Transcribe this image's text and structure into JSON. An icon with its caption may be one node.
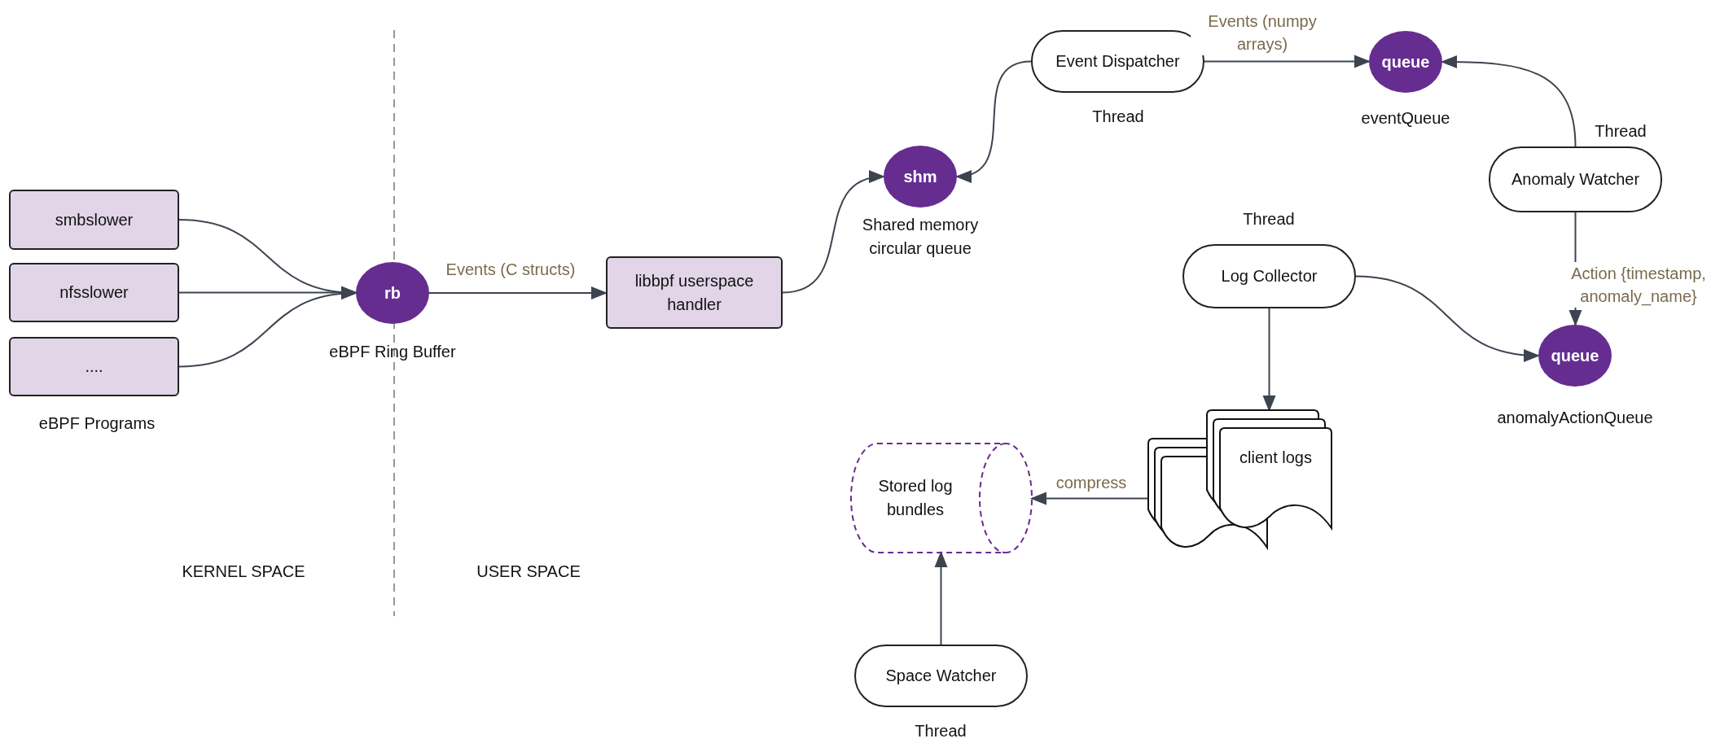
{
  "diagram": {
    "nodes": [
      {
        "text": [
          "smbslower"
        ]
      },
      {
        "text": [
          "nfsslower"
        ]
      },
      {
        "text": [
          "...."
        ]
      },
      {
        "text": [
          "rb"
        ],
        "beside": [
          "eBPF Ring Buffer"
        ]
      },
      {
        "text": [
          "libbpf userspace handler"
        ]
      },
      {
        "text": [
          "shm"
        ],
        "beside": [
          "Shared memory circular queue"
        ]
      },
      {
        "text": [
          "Event Dispatcher"
        ],
        "beside": [
          "Thread"
        ]
      },
      {
        "text": [
          "queue"
        ],
        "beside": [
          "eventQueue"
        ]
      },
      {
        "text": [
          "Anomaly Watcher"
        ],
        "beside": [
          "Thread"
        ]
      },
      {
        "text": [
          "Log Collector"
        ],
        "beside": [
          "Thread"
        ]
      },
      {
        "text": [
          "queue"
        ],
        "beside": [
          "anomalyActionQueue"
        ]
      },
      {
        "text": [
          "Stored log bundles"
        ]
      },
      {
        "text": [],
        "shape": "document"
      },
      {
        "text": [
          "client logs"
        ]
      },
      {
        "text": [
          "Space Watcher"
        ],
        "beside": [
          "Thread"
        ]
      }
    ],
    "edges": [
      {
        "from": 0,
        "to": 3,
        "arrow": "to"
      },
      {
        "from": 1,
        "to": 3,
        "arrow": "to"
      },
      {
        "from": 2,
        "to": 3,
        "arrow": "to"
      },
      {
        "from": 3,
        "to": 4,
        "arrow": "to",
        "label": "Events (C structs)"
      },
      {
        "from": 4,
        "to": 5,
        "arrow": "to"
      },
      {
        "from": 6,
        "to": 5,
        "arrow": "to"
      },
      {
        "from": 6,
        "to": 7,
        "arrow": "to",
        "label": "Events (numpy arrays)"
      },
      {
        "from": 8,
        "to": 7,
        "arrow": "to"
      },
      {
        "from": 8,
        "to": 10,
        "arrow": "to",
        "label": "Action {timestamp, anomaly_name}"
      },
      {
        "from": 9,
        "to": 10,
        "arrow": "to"
      },
      {
        "from": 9,
        "to": 13,
        "arrow": "to"
      },
      {
        "from": 12,
        "to": 11,
        "arrow": "to",
        "label": "compress"
      },
      {
        "from": 14,
        "to": 11,
        "arrow": "to"
      }
    ],
    "labels": [
      "eBPF Programs",
      "KERNEL SPACE",
      "USER SPACE"
    ]
  }
}
